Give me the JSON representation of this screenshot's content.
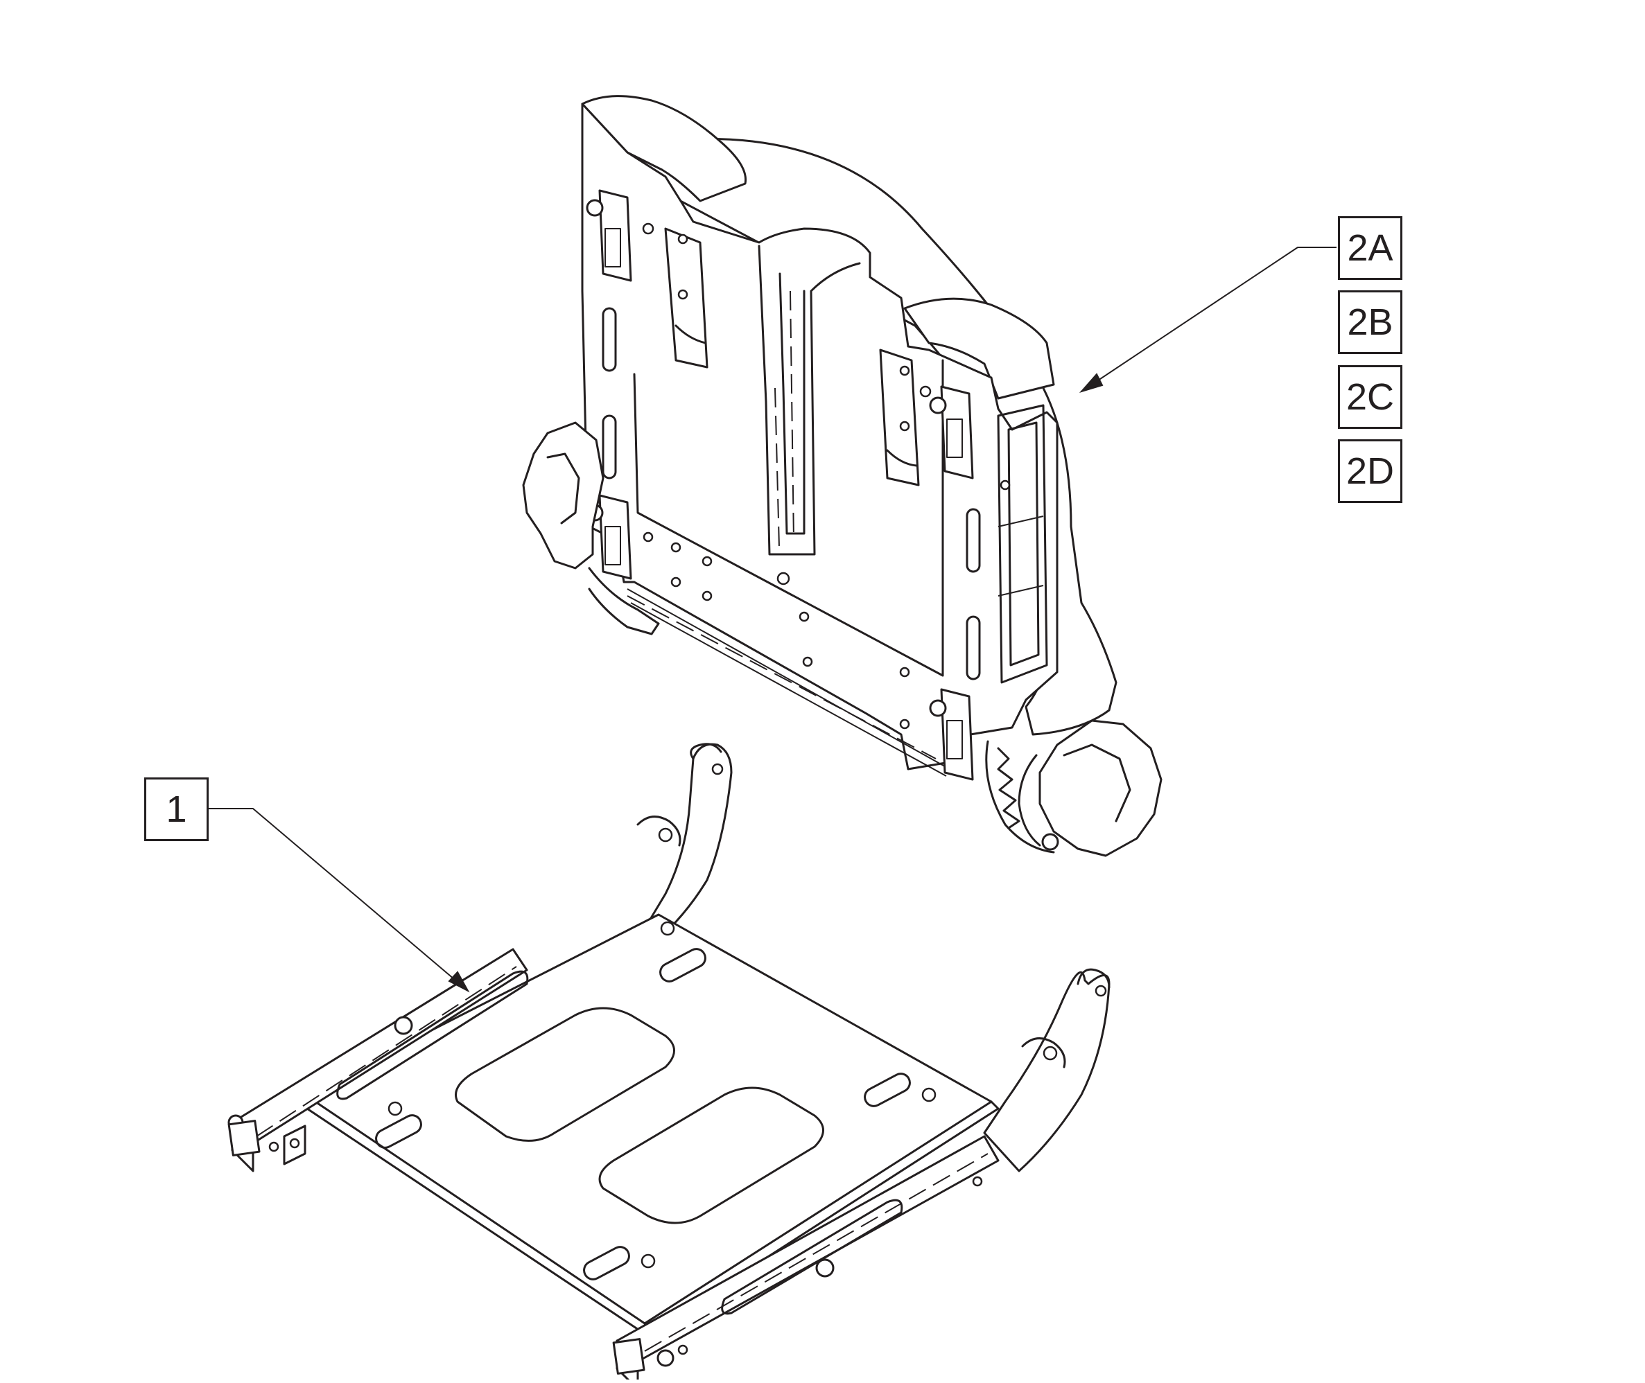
{
  "callouts": {
    "part1": "1",
    "part2a": "2A",
    "part2b": "2B",
    "part2c": "2C",
    "part2d": "2D"
  },
  "colors": {
    "line": "#231f20",
    "background": "#ffffff"
  }
}
